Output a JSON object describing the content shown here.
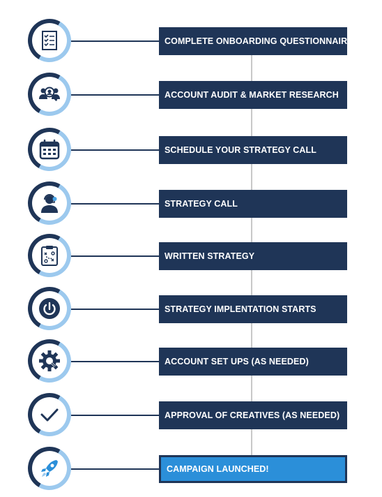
{
  "colors": {
    "navy": "#1f3557",
    "light_blue": "#9cc9ee",
    "accent_blue": "#2b8fd9",
    "line_gray": "#c8c8c8"
  },
  "steps": [
    {
      "label": "COMPLETE ONBOARDING QUESTIONNAIRE",
      "icon": "checklist-icon"
    },
    {
      "label": "ACCOUNT AUDIT & MARKET RESEARCH",
      "icon": "audience-search-icon"
    },
    {
      "label": "SCHEDULE YOUR STRATEGY CALL",
      "icon": "calendar-icon"
    },
    {
      "label": "STRATEGY CALL",
      "icon": "headset-person-icon"
    },
    {
      "label": "WRITTEN STRATEGY",
      "icon": "clipboard-plan-icon"
    },
    {
      "label": "STRATEGY IMPLENTATION STARTS",
      "icon": "power-icon"
    },
    {
      "label": "ACCOUNT SET UPS (AS NEEDED)",
      "icon": "gear-icon"
    },
    {
      "label": "APPROVAL OF CREATIVES (AS NEEDED)",
      "icon": "checkmark-icon"
    },
    {
      "label": "CAMPAIGN LAUNCHED!",
      "icon": "rocket-icon"
    }
  ]
}
